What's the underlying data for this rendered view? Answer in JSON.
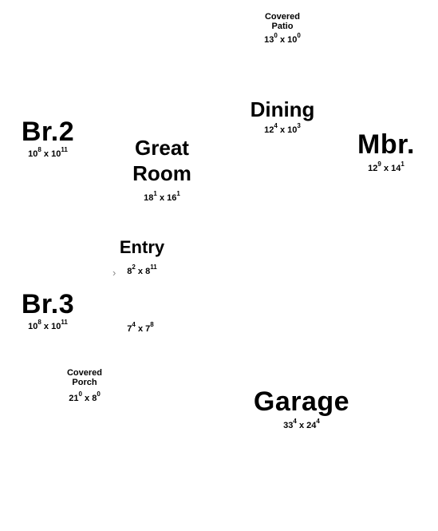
{
  "rooms": {
    "covered_patio": {
      "name_line1": "Covered",
      "name_line2": "Patio",
      "w_ft": "13",
      "w_in": "0",
      "d_ft": "10",
      "d_in": "0"
    },
    "dining": {
      "name": "Dining",
      "w_ft": "12",
      "w_in": "4",
      "d_ft": "10",
      "d_in": "3"
    },
    "br2": {
      "name": "Br.2",
      "w_ft": "10",
      "w_in": "8",
      "d_ft": "10",
      "d_in": "11"
    },
    "great_room": {
      "name_line1": "Great",
      "name_line2": "Room",
      "w_ft": "18",
      "w_in": "1",
      "d_ft": "16",
      "d_in": "1"
    },
    "mbr": {
      "name": "Mbr.",
      "w_ft": "12",
      "w_in": "9",
      "d_ft": "14",
      "d_in": "1"
    },
    "entry": {
      "name": "Entry",
      "w_ft": "8",
      "w_in": "2",
      "d_ft": "8",
      "d_in": "11"
    },
    "br3": {
      "name": "Br.3",
      "w_ft": "10",
      "w_in": "8",
      "d_ft": "10",
      "d_in": "11"
    },
    "closet": {
      "w_ft": "7",
      "w_in": "4",
      "d_ft": "7",
      "d_in": "8"
    },
    "covered_porch": {
      "name_line1": "Covered",
      "name_line2": "Porch",
      "w_ft": "21",
      "w_in": "0",
      "d_ft": "8",
      "d_in": "0"
    },
    "garage": {
      "name": "Garage",
      "w_ft": "33",
      "w_in": "4",
      "d_ft": "24",
      "d_in": "4"
    }
  },
  "dim_separator": "x",
  "icons": {
    "entry_marker": "chevron-right-icon"
  }
}
